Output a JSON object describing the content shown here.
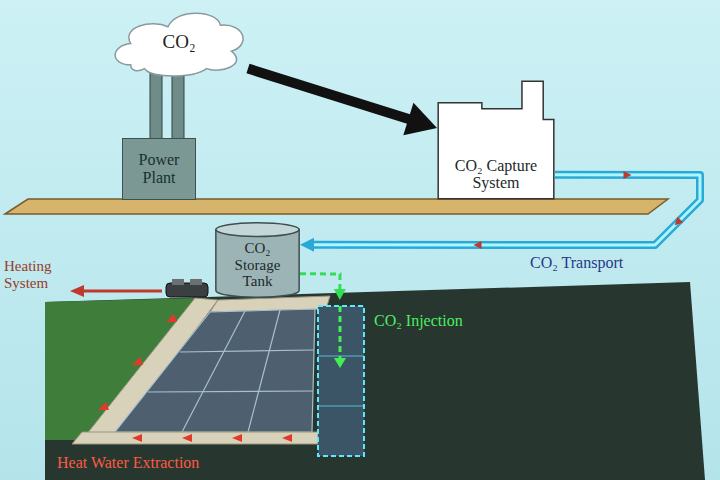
{
  "diagram": {
    "nodes": [
      {
        "text": [
          "CO₂"
        ]
      },
      {
        "text": [
          "Power Plant"
        ]
      },
      {
        "text": [
          "CO₂ Capture System"
        ]
      },
      {
        "text": [
          "CO₂ Storage Tank"
        ]
      },
      {
        "text": [
          "Heat Water Extraction"
        ]
      }
    ],
    "edges": [
      {
        "from": 0,
        "to": 2,
        "arrow": "to"
      },
      {
        "from": 2,
        "to": 3,
        "label": "CO₂ Transport",
        "arrow": "to"
      },
      {
        "from": 3,
        "to": 4,
        "label": "CO₂ Injection",
        "arrow": "to"
      }
    ],
    "labels": [
      "Heating System"
    ]
  }
}
